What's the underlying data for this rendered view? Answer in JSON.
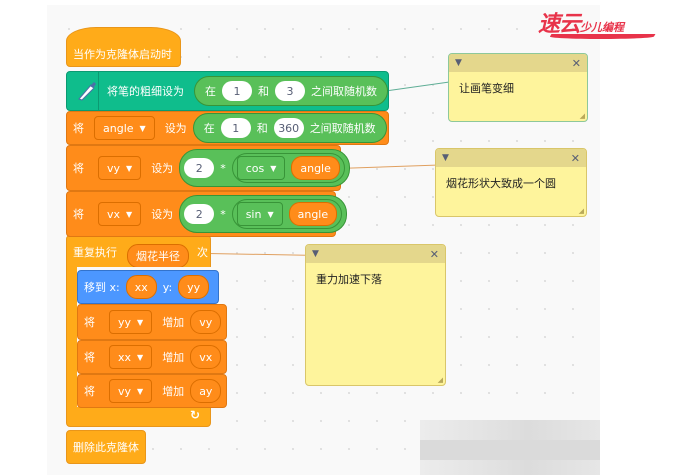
{
  "logo": {
    "text_big": "速云",
    "text_small": "少儿编程",
    "color": "#e8334a"
  },
  "colors": {
    "events": "#ffab19",
    "pen": "#0fbd8c",
    "variables": "#ff8c1a",
    "operators": "#59c059",
    "motion": "#4c97ff",
    "note": "#fef49c"
  },
  "script": {
    "hat": {
      "label": "当作为克隆体启动时"
    },
    "pen_block": {
      "label": "将笔的粗细设为",
      "op_in": "在",
      "min": "1",
      "and": "和",
      "max": "3",
      "op_tail": "之间取随机数"
    },
    "set_angle": {
      "prefix": "将",
      "var": "angle",
      "set_to": "设为",
      "op_in": "在",
      "min": "1",
      "and": "和",
      "max": "360",
      "op_tail": "之间取随机数"
    },
    "set_vy": {
      "prefix": "将",
      "var": "vy",
      "set_to": "设为",
      "factor": "2",
      "times": "*",
      "func": "cos",
      "arg": "angle"
    },
    "set_vx": {
      "prefix": "将",
      "var": "vx",
      "set_to": "设为",
      "factor": "2",
      "times": "*",
      "func": "sin",
      "arg": "angle"
    },
    "repeat": {
      "label": "重复执行",
      "count": "烟花半径",
      "suffix": "次",
      "loop_arrow": "↻"
    },
    "goto": {
      "label": "移到 x:",
      "x": "xx",
      "y_label": "y:",
      "y": "yy"
    },
    "change_yy": {
      "prefix": "将",
      "var": "yy",
      "change": "增加",
      "value": "vy"
    },
    "change_xx": {
      "prefix": "将",
      "var": "xx",
      "change": "增加",
      "value": "vx"
    },
    "change_vy": {
      "prefix": "将",
      "var": "vy",
      "change": "增加",
      "value": "ay"
    },
    "delete": {
      "label": "删除此克隆体"
    }
  },
  "notes": [
    {
      "text": "让画笔变细",
      "collapse": "▼",
      "close": "✕"
    },
    {
      "text": "烟花形状大致成一个圆",
      "collapse": "▼",
      "close": "✕"
    },
    {
      "text": "重力加速下落",
      "collapse": "▼",
      "close": "✕"
    }
  ]
}
